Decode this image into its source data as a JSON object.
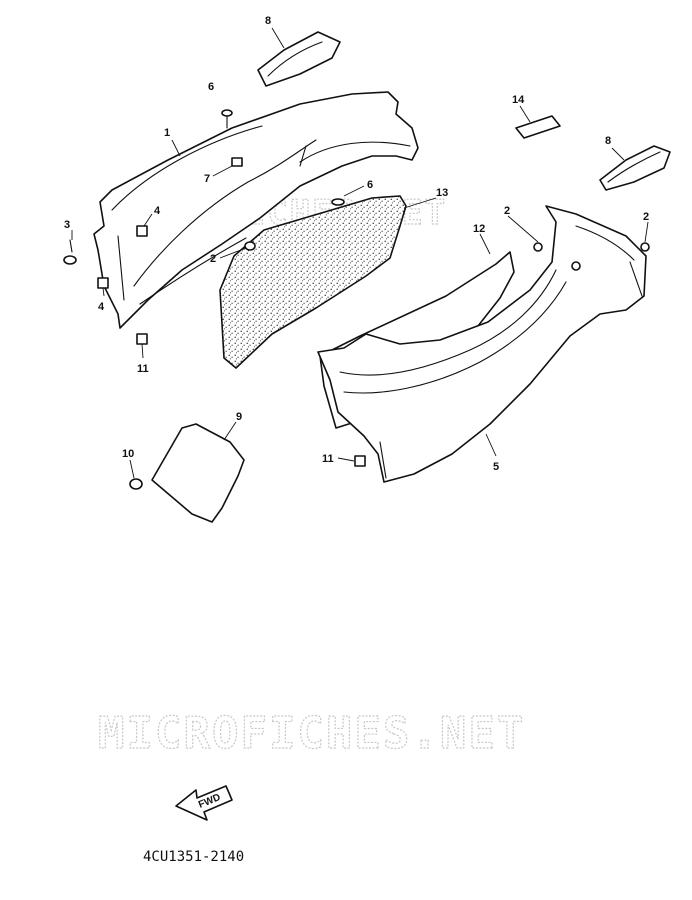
{
  "diagram": {
    "drawing_code": "4CU1351-2140",
    "watermark": "MICROFICHES.NET",
    "fwd_label": "FWD",
    "callouts": [
      "1",
      "2",
      "3",
      "4",
      "5",
      "6",
      "7",
      "8",
      "9",
      "10",
      "11",
      "12",
      "13",
      "14"
    ]
  }
}
